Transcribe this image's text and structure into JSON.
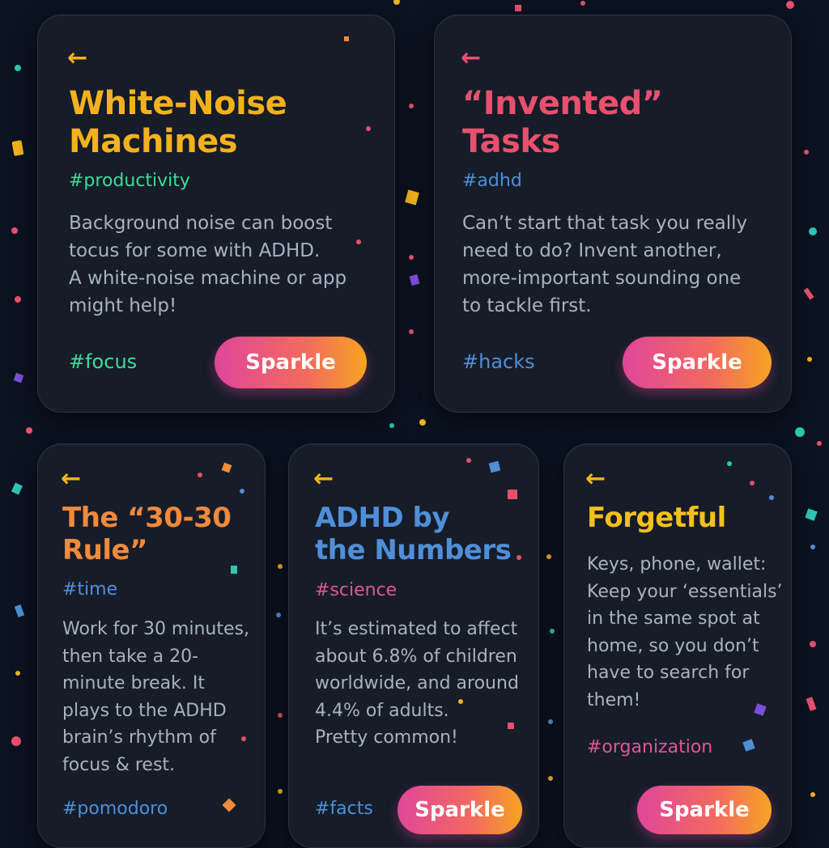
{
  "cards": [
    {
      "back_icon": "arrow-left-icon",
      "title": "White-Noise\nMachines",
      "tag": "#productivity",
      "body": "Background noise can boost\ntocus for some with ADHD.\nA white-noise machine or app\nmight help!",
      "footer_tag": "#focus",
      "button_label": "Sparkle",
      "accent": "#f3b21c"
    },
    {
      "back_icon": "arrow-left-icon",
      "title": "“Invented”\nTasks",
      "tag": "#adhd",
      "body": "Can’t start that task you really\nneed to do? Invent another,\nmore-important sounding one\nto tackle first.",
      "footer_tag": "#hacks",
      "button_label": "Sparkle",
      "accent": "#e8506e"
    },
    {
      "back_icon": "arrow-left-icon",
      "title": "The “30-30\nRule”",
      "tag": "#time",
      "body": "Work for 30 minutes,\nthen take a 20-\nminute break. It\nplays to the ADHD\nbrain’s rhythm of\nfocus & rest.",
      "footer_tag": "#pomodoro",
      "accent": "#f08a3c"
    },
    {
      "back_icon": "arrow-left-icon",
      "title": "ADHD by\nthe Numbers",
      "tag": "#science",
      "body": "It’s estimated to affect\nabout 6.8% of children\nworldwide, and around\n4.4% of adults.\nPretty common!",
      "footer_tag": "#facts",
      "button_label": "Sparkle",
      "accent": "#4f8fd8"
    },
    {
      "back_icon": "arrow-left-icon",
      "title": "Forgetful",
      "tag": "",
      "body": "Keys, phone, wallet:\nKeep your ‘essentials’\nin the same spot at\nhome, so you don’t\nhave to search for\nthem!",
      "footer_tag": "#organization",
      "button_label": "Sparkle",
      "accent": "#f3c01c"
    }
  ],
  "colors": {
    "background": "#0b1220",
    "card": "#161c28",
    "body_text": "#aab1bf",
    "tag_green": "#3ddc97",
    "tag_blue": "#4f8fd8",
    "tag_pink": "#e0569a",
    "button_gradient": [
      "#e0469a",
      "#f6a421"
    ]
  }
}
